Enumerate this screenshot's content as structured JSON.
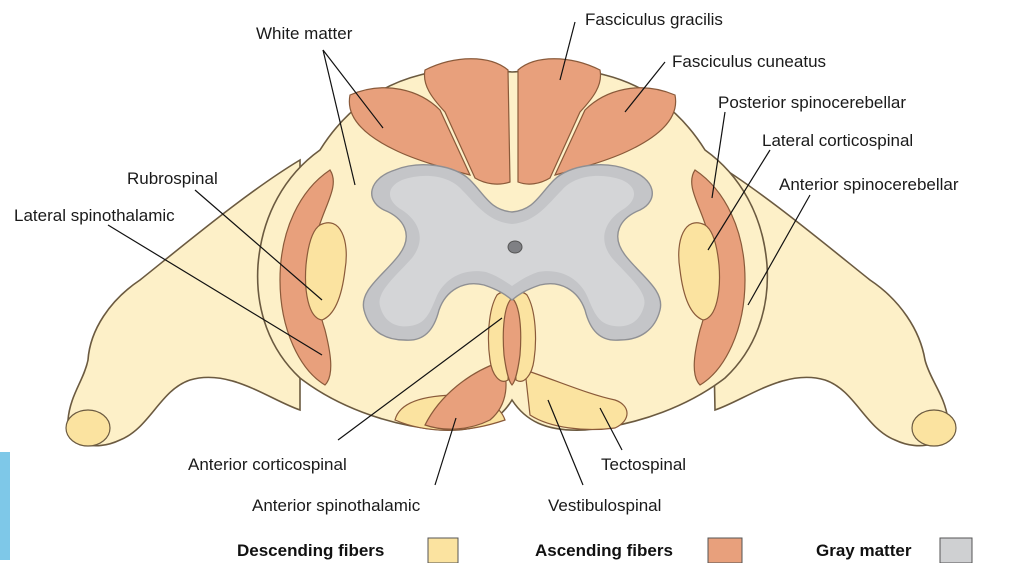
{
  "labels": {
    "white_matter": "White matter",
    "fasciculus_gracilis": "Fasciculus gracilis",
    "fasciculus_cuneatus": "Fasciculus cuneatus",
    "posterior_spinocerebellar": "Posterior spinocerebellar",
    "lateral_corticospinal": "Lateral corticospinal",
    "anterior_spinocerebellar": "Anterior spinocerebellar",
    "rubrospinal": "Rubrospinal",
    "lateral_spinothalamic": "Lateral spinothalamic",
    "anterior_corticospinal": "Anterior corticospinal",
    "tectospinal": "Tectospinal",
    "anterior_spinothalamic": "Anterior spinothalamic",
    "vestibulospinal": "Vestibulospinal"
  },
  "legend": {
    "descending": "Descending fibers",
    "ascending": "Ascending fibers",
    "gray": "Gray matter"
  },
  "colors": {
    "white_matter": "#fdf0c8",
    "descending": "#fbe3a0",
    "ascending": "#e8a07c",
    "gray_matter": "#cfd0d2",
    "gray_matter_inner": "#c0c1c4",
    "side_tab": "#7ec8e8"
  }
}
